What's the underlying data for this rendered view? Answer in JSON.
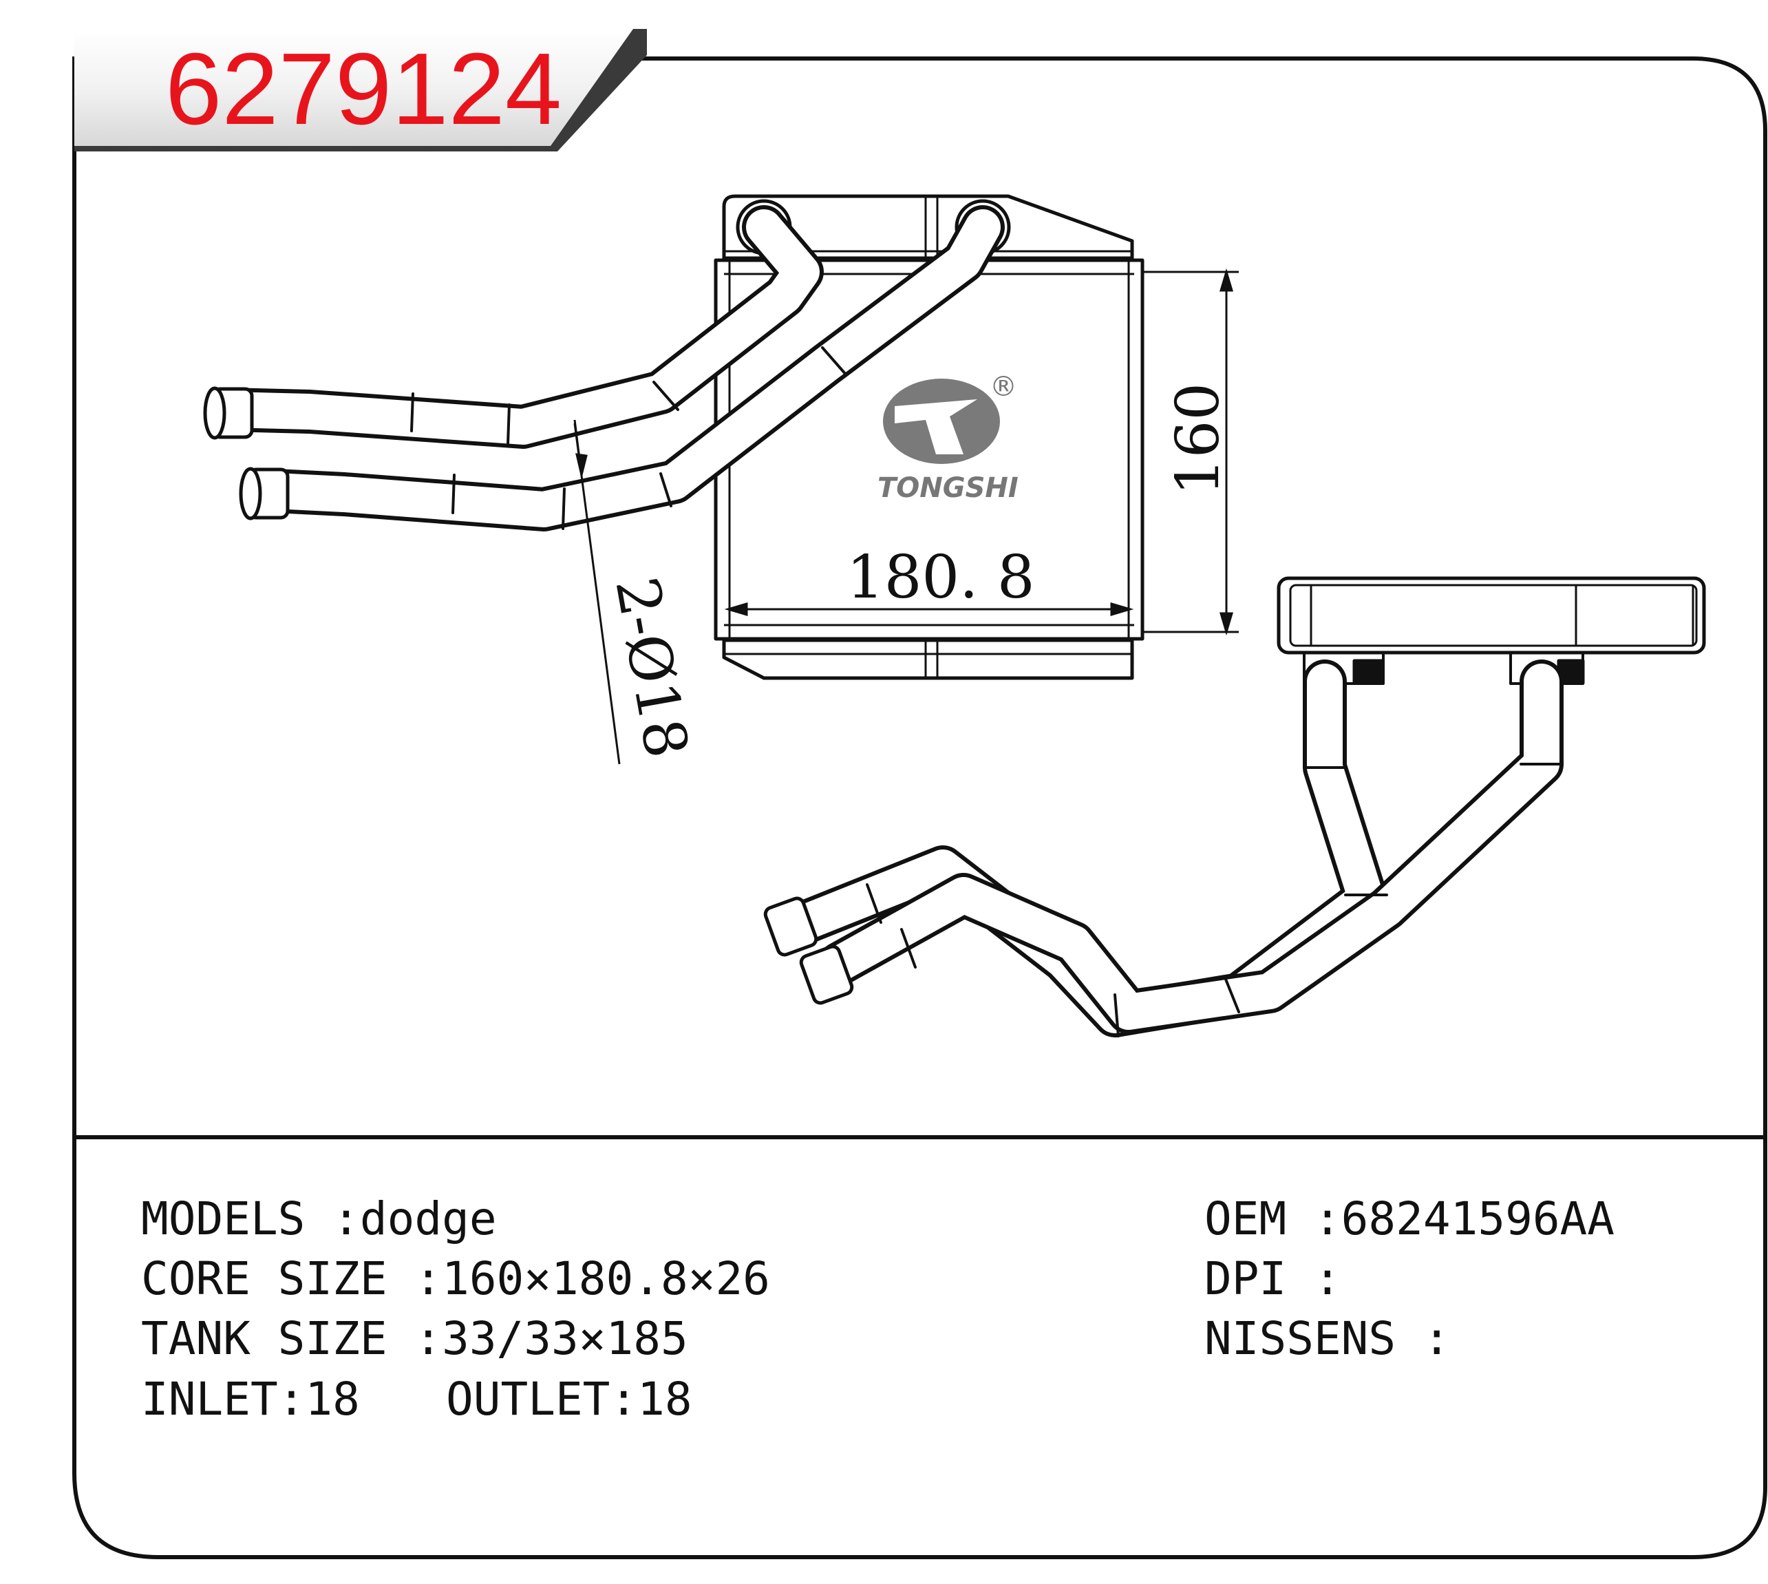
{
  "header": {
    "part_number": "6279124"
  },
  "drawing": {
    "logo": {
      "name": "TONGSHI",
      "mark": "®"
    },
    "dimensions": {
      "width_label": "180. 8",
      "height_label": "160",
      "pipe_label": "2-Ø18"
    }
  },
  "specs": {
    "models": "MODELS :dodge",
    "core_size": "CORE SIZE :160×180.8×26",
    "tank_size": "TANK SIZE :33/33×185",
    "inlet": "INLET:18",
    "outlet": "OUTLET:18",
    "oem": "OEM :68241596AA",
    "dpi": "DPI :",
    "nissens": "NISSENS :"
  },
  "colors": {
    "part_number": "#e8141c",
    "header_band": "#3a3a3a",
    "line": "#111111",
    "logo": "#7a7a7a"
  }
}
